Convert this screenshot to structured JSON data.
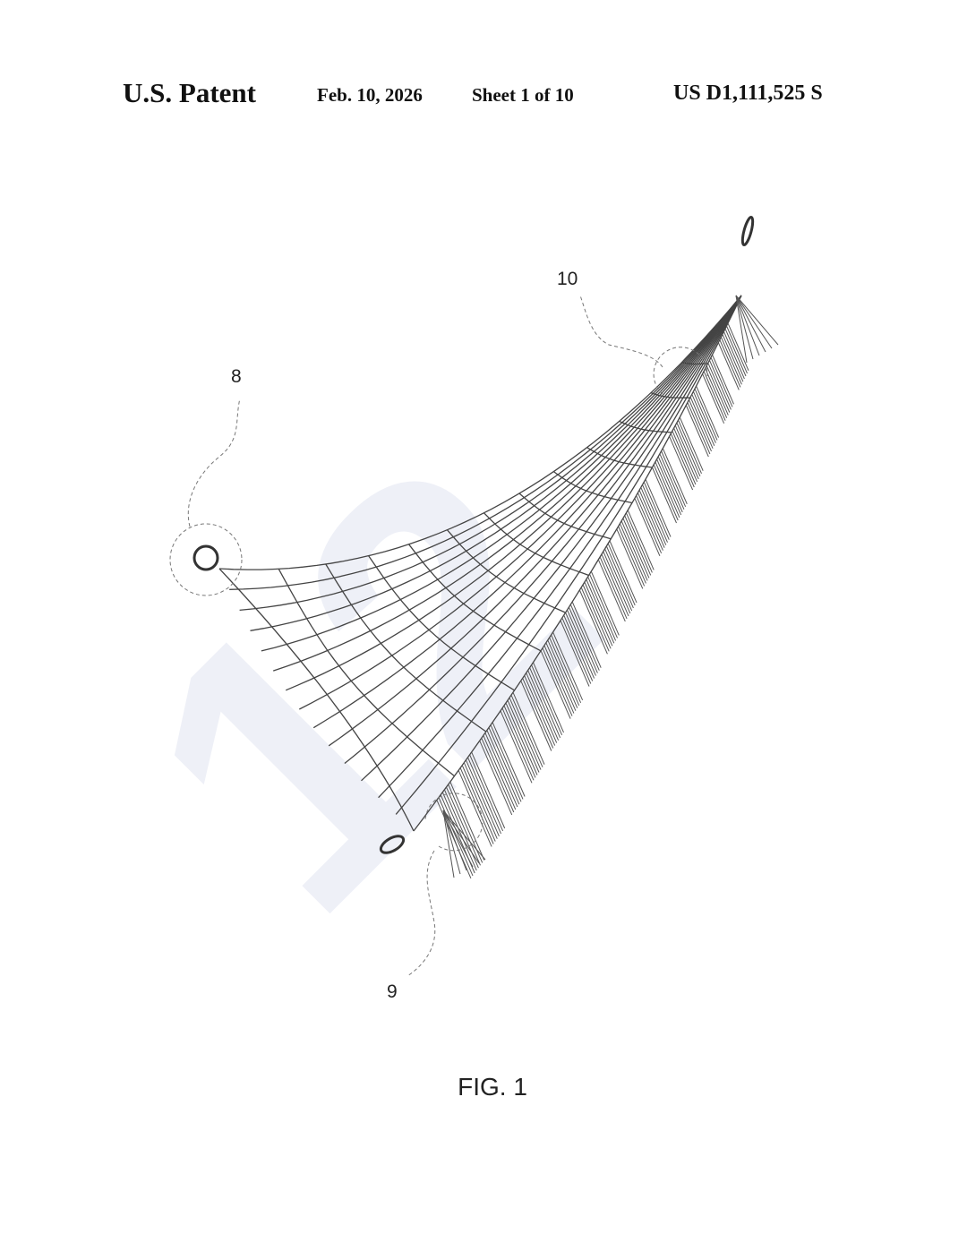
{
  "header": {
    "title": "U.S. Patent",
    "date": "Feb. 10, 2026",
    "sheet": "Sheet 1 of 10",
    "patent_number": "US D1,111,525 S"
  },
  "drawing": {
    "reference_numerals": [
      "8",
      "9",
      "10"
    ],
    "caption": "FIG. 1"
  },
  "watermark": "12"
}
